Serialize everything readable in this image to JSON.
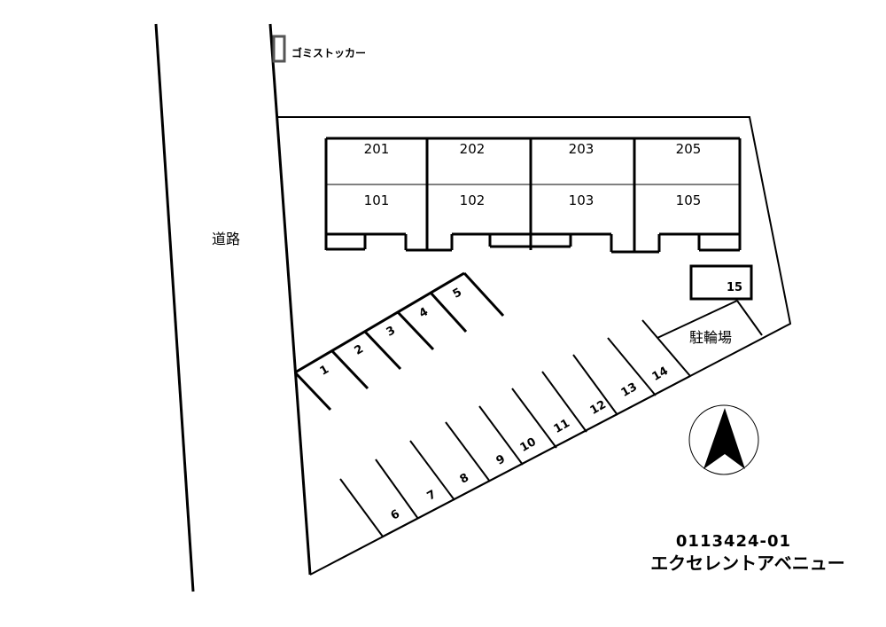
{
  "road": {
    "label": "道路"
  },
  "garbage": {
    "label": "ゴミストッカー"
  },
  "bike_parking": {
    "label": "駐輪場"
  },
  "units": {
    "upper": [
      "201",
      "202",
      "203",
      "205"
    ],
    "lower": [
      "101",
      "102",
      "103",
      "105"
    ]
  },
  "parking": {
    "upper_row": [
      "1",
      "2",
      "3",
      "4",
      "5"
    ],
    "lower_row": [
      "6",
      "7",
      "8",
      "9",
      "10",
      "11",
      "12",
      "13",
      "14"
    ],
    "separate": "15"
  },
  "property": {
    "code": "0113424-01",
    "name": "エクセレントアベニュー"
  },
  "compass": {
    "icon": "north-arrow-icon"
  }
}
